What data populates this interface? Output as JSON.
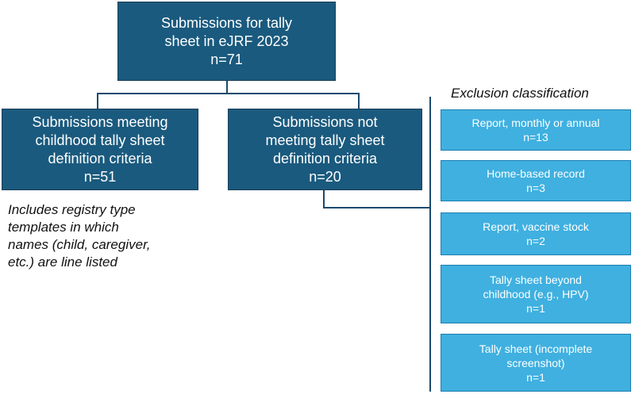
{
  "top_box": {
    "lines": [
      "Submissions for tally",
      "sheet in eJRF 2023",
      "n=71"
    ]
  },
  "meeting_box": {
    "lines": [
      "Submissions meeting",
      "childhood tally sheet",
      "definition criteria",
      "n=51"
    ]
  },
  "not_meeting_box": {
    "lines": [
      "Submissions not",
      "meeting tally sheet",
      "definition criteria",
      "n=20"
    ]
  },
  "note": {
    "lines": [
      "Includes registry type",
      "templates in which",
      "names (child, caregiver,",
      "etc.) are line listed"
    ]
  },
  "exclusion": {
    "title": "Exclusion classification",
    "items": [
      {
        "lines": [
          "Report, monthly or annual",
          "n=13"
        ]
      },
      {
        "lines": [
          "Home-based record",
          "n=3"
        ]
      },
      {
        "lines": [
          "Report, vaccine stock",
          "n=2"
        ]
      },
      {
        "lines": [
          "Tally sheet beyond",
          "childhood (e.g., HPV)",
          "n=1"
        ]
      },
      {
        "lines": [
          "Tally sheet  (incomplete",
          "screenshot)",
          "n=1"
        ]
      }
    ]
  }
}
